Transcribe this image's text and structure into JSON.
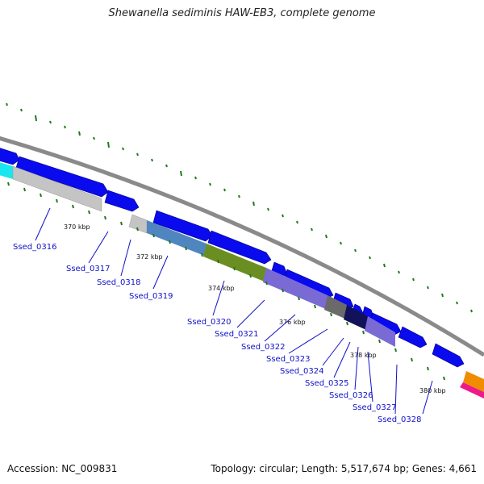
{
  "title": "Shewanella sediminis HAW-EB3, complete genome",
  "footer": {
    "accession": "Accession: NC_009831",
    "summary": "Topology: circular; Length: 5,517,674 bp; Genes: 4,661"
  },
  "kbp_labels": [
    "370 kbp",
    "372 kbp",
    "374 kbp",
    "376 kbp",
    "378 kbp",
    "380 kbp"
  ],
  "genes": [
    {
      "name": "Ssed_0316"
    },
    {
      "name": "Ssed_0317"
    },
    {
      "name": "Ssed_0318"
    },
    {
      "name": "Ssed_0319"
    },
    {
      "name": "Ssed_0320"
    },
    {
      "name": "Ssed_0321"
    },
    {
      "name": "Ssed_0322"
    },
    {
      "name": "Ssed_0323"
    },
    {
      "name": "Ssed_0324"
    },
    {
      "name": "Ssed_0325"
    },
    {
      "name": "Ssed_0326"
    },
    {
      "name": "Ssed_0327"
    },
    {
      "name": "Ssed_0328"
    }
  ],
  "colors": {
    "cds": "#0a0aee",
    "backbone": "#8a8a8a",
    "gc_tick": "#1f7a1f",
    "label": "#1010c8",
    "cog_grey": "#c4c4c4",
    "cog_steelblue": "#4f86c0",
    "cog_olive": "#6b8e23",
    "cog_lavender": "#7a6ad4",
    "cog_darkgrey": "#6a6a6a",
    "cog_navy": "#12125a",
    "cog_cyan": "#19e6ee",
    "cog_pink": "#ee1a8a",
    "cog_orange": "#f08c00"
  }
}
